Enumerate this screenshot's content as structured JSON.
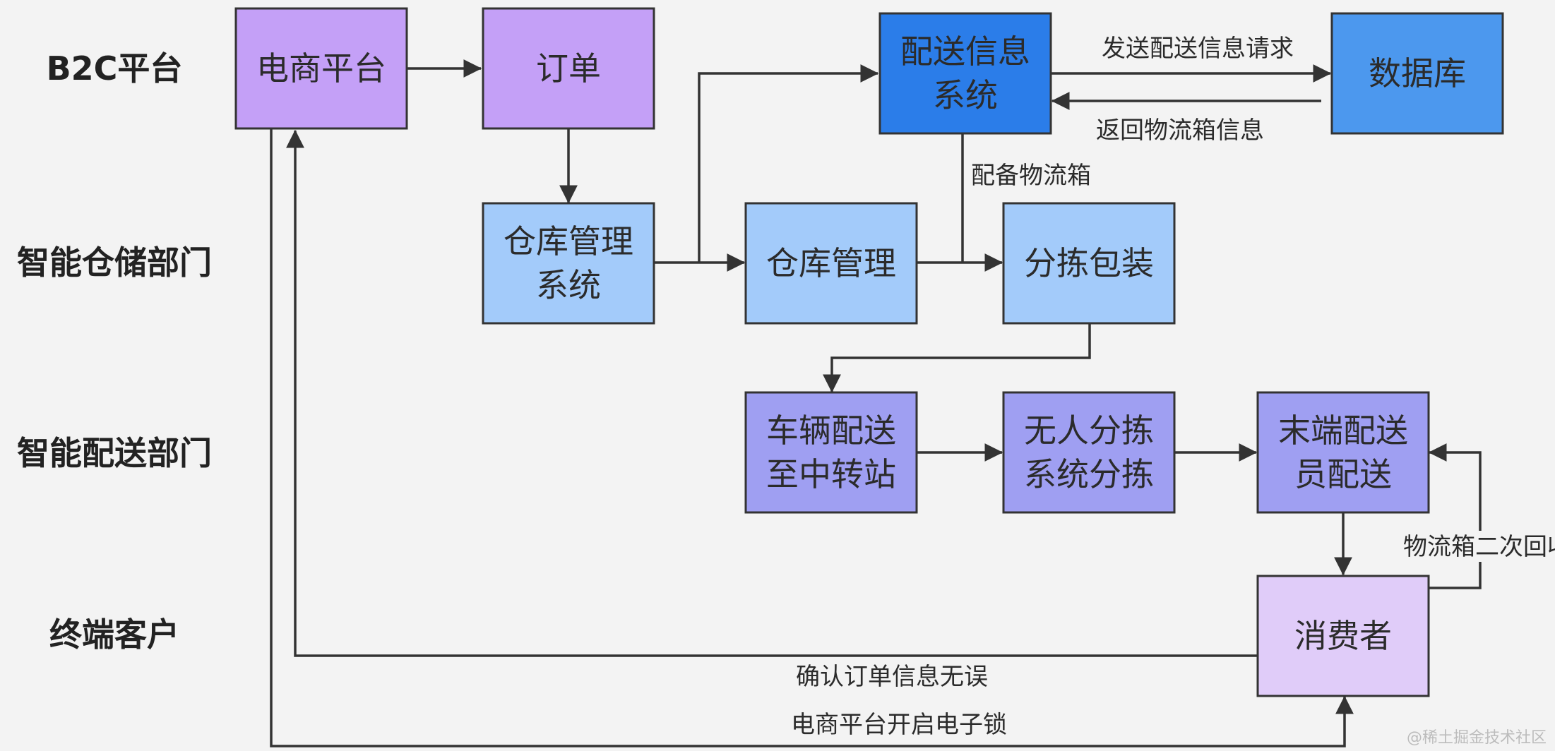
{
  "colors": {
    "purple": "#c4a0f7",
    "deep_blue": "#2b7de9",
    "mid_blue": "#4c98ee",
    "light_blue": "#a3cbfa",
    "violet": "#9f9ff2",
    "lavender": "#e0ccf9"
  },
  "lanes": {
    "b2c": "B2C平台",
    "warehouse": "智能仓储部门",
    "delivery": "智能配送部门",
    "customer": "终端客户"
  },
  "nodes": {
    "ecommerce": {
      "lines": [
        "电商平台"
      ]
    },
    "order": {
      "lines": [
        "订单"
      ]
    },
    "delivery_info": {
      "lines": [
        "配送信息",
        "系统"
      ]
    },
    "database": {
      "lines": [
        "数据库"
      ]
    },
    "wms": {
      "lines": [
        "仓库管理",
        "系统"
      ]
    },
    "warehouse_mgmt": {
      "lines": [
        "仓库管理"
      ]
    },
    "sort_pack": {
      "lines": [
        "分拣包装"
      ]
    },
    "vehicle": {
      "lines": [
        "车辆配送",
        "至中转站"
      ]
    },
    "unmanned_sort": {
      "lines": [
        "无人分拣",
        "系统分拣"
      ]
    },
    "last_mile": {
      "lines": [
        "末端配送",
        "员配送"
      ]
    },
    "consumer": {
      "lines": [
        "消费者"
      ]
    }
  },
  "edge_labels": {
    "send_request": "发送配送信息请求",
    "return_info": "返回物流箱信息",
    "prepare_box": "配备物流箱",
    "box_recycle": "物流箱二次回收",
    "confirm_order": "确认订单信息无误",
    "open_lock": "电商平台开启电子锁"
  },
  "watermark": "@稀土掘金技术社区"
}
